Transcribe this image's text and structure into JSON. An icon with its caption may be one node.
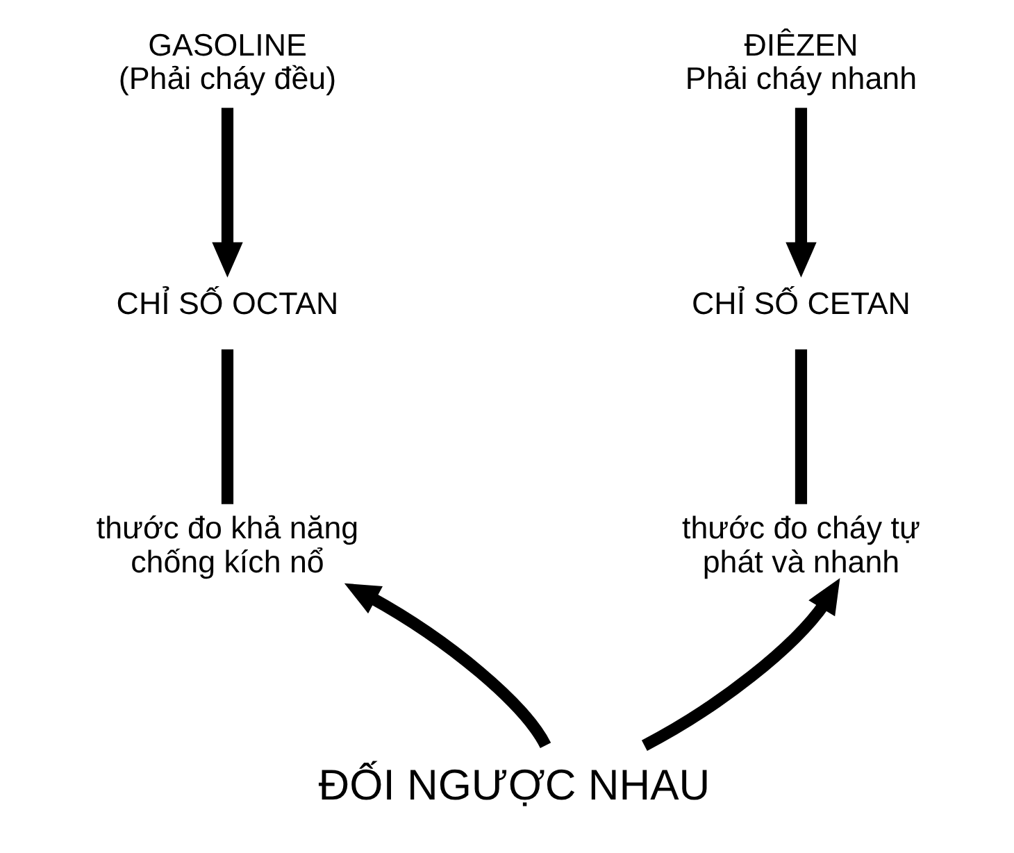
{
  "diagram": {
    "nodes": [
      {
        "text": [
          "GASOLINE",
          "(Phải cháy đều)"
        ]
      },
      {
        "text": [
          "ĐIÊZEN",
          "Phải cháy nhanh"
        ]
      },
      {
        "text": [
          "CHỈ SỐ OCTAN"
        ]
      },
      {
        "text": [
          "CHỈ SỐ CETAN"
        ]
      },
      {
        "text": [
          "thước đo khả năng chống kích nổ"
        ]
      },
      {
        "text": [
          "thước đo cháy tự phát và nhanh"
        ]
      },
      {
        "text": [
          "ĐỐI NGƯỢC NHAU"
        ]
      }
    ],
    "edges": [
      {
        "from": 0,
        "to": 2,
        "arrow": "to"
      },
      {
        "from": 1,
        "to": 3,
        "arrow": "to"
      },
      {
        "from": 2,
        "to": 4,
        "arrow": "none"
      },
      {
        "from": 3,
        "to": 5,
        "arrow": "none"
      },
      {
        "from": 6,
        "to": 4,
        "arrow": "to"
      },
      {
        "from": 6,
        "to": 5,
        "arrow": "to"
      }
    ]
  }
}
